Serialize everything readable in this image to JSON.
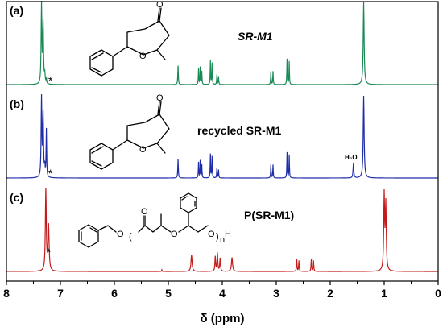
{
  "chart_data": {
    "type": "line",
    "xlabel": "δ (ppm)",
    "xlim": [
      8,
      0
    ],
    "x_reversed": true,
    "x_ticks": [
      8,
      7,
      6,
      5,
      4,
      3,
      2,
      1,
      0
    ],
    "grid": false,
    "legend": "none",
    "panels": [
      {
        "label": "(a)",
        "compound": "SR-M1",
        "color": "#1a8a55",
        "peaks": [
          {
            "ppm": 7.35,
            "height": 1.0,
            "width": 0.008
          },
          {
            "ppm": 7.32,
            "height": 0.72,
            "width": 0.008
          },
          {
            "ppm": 7.29,
            "height": 0.12,
            "width": 0.008
          },
          {
            "ppm": 7.26,
            "height": 0.06,
            "width": 0.006
          },
          {
            "ppm": 4.82,
            "height": 0.23,
            "width": 0.006
          },
          {
            "ppm": 4.44,
            "height": 0.19,
            "width": 0.005
          },
          {
            "ppm": 4.41,
            "height": 0.21,
            "width": 0.005
          },
          {
            "ppm": 4.38,
            "height": 0.16,
            "width": 0.005
          },
          {
            "ppm": 4.22,
            "height": 0.29,
            "width": 0.005
          },
          {
            "ppm": 4.19,
            "height": 0.26,
            "width": 0.005
          },
          {
            "ppm": 4.1,
            "height": 0.12,
            "width": 0.005
          },
          {
            "ppm": 4.07,
            "height": 0.1,
            "width": 0.005
          },
          {
            "ppm": 3.1,
            "height": 0.16,
            "width": 0.005
          },
          {
            "ppm": 3.06,
            "height": 0.16,
            "width": 0.005
          },
          {
            "ppm": 2.8,
            "height": 0.31,
            "width": 0.005
          },
          {
            "ppm": 2.76,
            "height": 0.28,
            "width": 0.005
          },
          {
            "ppm": 1.38,
            "height": 1.0,
            "width": 0.01
          }
        ]
      },
      {
        "label": "(b)",
        "compound": "recycled SR-M1",
        "annotation": "H2O",
        "annotation_display": "H₂O",
        "color": "#1f2ea8",
        "peaks": [
          {
            "ppm": 7.35,
            "height": 1.0,
            "width": 0.008
          },
          {
            "ppm": 7.32,
            "height": 0.75,
            "width": 0.008
          },
          {
            "ppm": 7.29,
            "height": 0.12,
            "width": 0.008
          },
          {
            "ppm": 7.26,
            "height": 0.58,
            "width": 0.006
          },
          {
            "ppm": 4.82,
            "height": 0.23,
            "width": 0.006
          },
          {
            "ppm": 4.44,
            "height": 0.19,
            "width": 0.005
          },
          {
            "ppm": 4.41,
            "height": 0.21,
            "width": 0.005
          },
          {
            "ppm": 4.38,
            "height": 0.16,
            "width": 0.005
          },
          {
            "ppm": 4.22,
            "height": 0.29,
            "width": 0.005
          },
          {
            "ppm": 4.19,
            "height": 0.26,
            "width": 0.005
          },
          {
            "ppm": 4.1,
            "height": 0.12,
            "width": 0.005
          },
          {
            "ppm": 4.07,
            "height": 0.1,
            "width": 0.005
          },
          {
            "ppm": 3.1,
            "height": 0.16,
            "width": 0.005
          },
          {
            "ppm": 3.06,
            "height": 0.16,
            "width": 0.005
          },
          {
            "ppm": 2.8,
            "height": 0.31,
            "width": 0.005
          },
          {
            "ppm": 2.76,
            "height": 0.28,
            "width": 0.005
          },
          {
            "ppm": 1.57,
            "height": 0.18,
            "width": 0.008
          },
          {
            "ppm": 1.38,
            "height": 1.0,
            "width": 0.01
          }
        ]
      },
      {
        "label": "(c)",
        "compound": "P(SR-M1)",
        "color": "#c41a1a",
        "peaks": [
          {
            "ppm": 7.27,
            "height": 1.0,
            "width": 0.01
          },
          {
            "ppm": 7.22,
            "height": 0.55,
            "width": 0.012
          },
          {
            "ppm": 5.12,
            "height": 0.02,
            "width": 0.005
          },
          {
            "ppm": 4.57,
            "height": 0.2,
            "width": 0.012
          },
          {
            "ppm": 4.13,
            "height": 0.18,
            "width": 0.008
          },
          {
            "ppm": 4.09,
            "height": 0.22,
            "width": 0.008
          },
          {
            "ppm": 4.04,
            "height": 0.16,
            "width": 0.008
          },
          {
            "ppm": 3.82,
            "height": 0.17,
            "width": 0.012
          },
          {
            "ppm": 2.62,
            "height": 0.15,
            "width": 0.006
          },
          {
            "ppm": 2.58,
            "height": 0.13,
            "width": 0.006
          },
          {
            "ppm": 2.35,
            "height": 0.15,
            "width": 0.006
          },
          {
            "ppm": 2.31,
            "height": 0.13,
            "width": 0.006
          },
          {
            "ppm": 1.0,
            "height": 0.92,
            "width": 0.01
          },
          {
            "ppm": 0.97,
            "height": 0.8,
            "width": 0.01
          }
        ]
      }
    ]
  },
  "structure_text": {
    "ring_carbonyl_O": "O",
    "ring_O": "O",
    "polymer_O1": "O",
    "polymer_O2": "O",
    "polymer_O3": "O",
    "polymer_O4": "O",
    "polymer_H": "H",
    "polymer_n": "n"
  },
  "markers": {
    "asterisk": "*"
  }
}
